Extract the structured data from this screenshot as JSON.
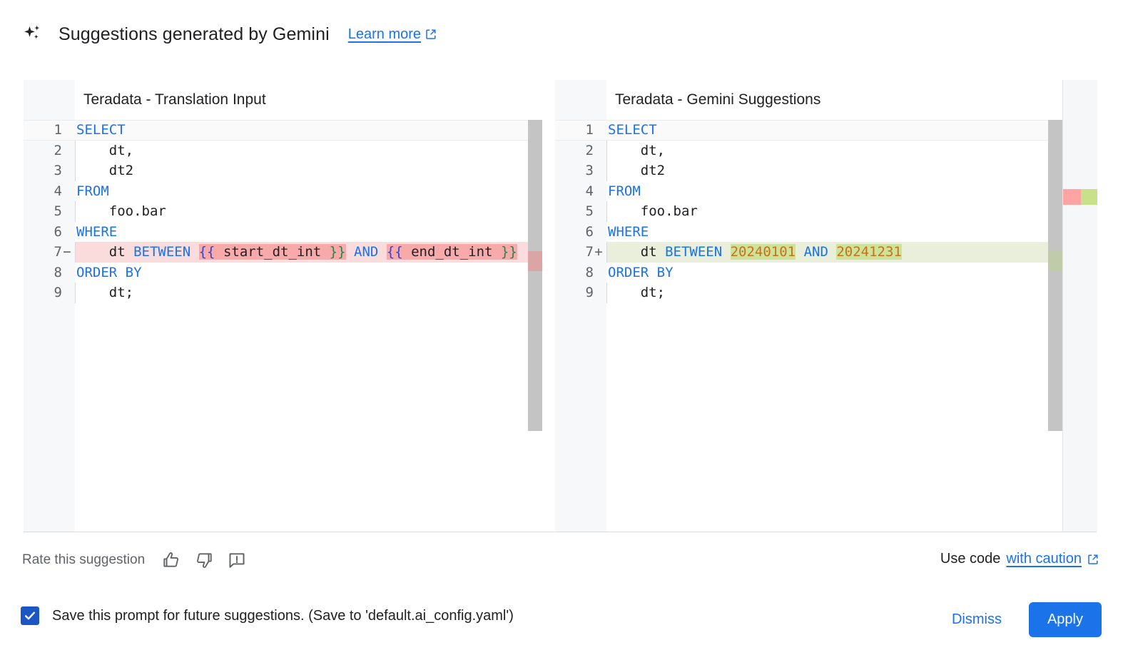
{
  "header": {
    "icon": "sparkle-icon",
    "title": "Suggestions generated by Gemini",
    "learn_more_label": "Learn more",
    "learn_more_icon": "external-link-icon"
  },
  "diff": {
    "left_pane": {
      "title": "Teradata - Translation Input",
      "lines": [
        {
          "n": "1",
          "mark": "",
          "indent": 0,
          "kind": "cursorline",
          "tokens": [
            {
              "t": "SELECT",
              "c": "kw"
            }
          ]
        },
        {
          "n": "2",
          "mark": "",
          "indent": 1,
          "kind": "",
          "tokens": [
            {
              "t": "    dt,",
              "c": "plain"
            }
          ]
        },
        {
          "n": "3",
          "mark": "",
          "indent": 1,
          "kind": "",
          "tokens": [
            {
              "t": "    dt2",
              "c": "plain"
            }
          ]
        },
        {
          "n": "4",
          "mark": "",
          "indent": 0,
          "kind": "",
          "tokens": [
            {
              "t": "FROM",
              "c": "kw"
            }
          ]
        },
        {
          "n": "5",
          "mark": "",
          "indent": 1,
          "kind": "",
          "tokens": [
            {
              "t": "    foo.bar",
              "c": "plain"
            }
          ]
        },
        {
          "n": "6",
          "mark": "",
          "indent": 0,
          "kind": "",
          "tokens": [
            {
              "t": "WHERE",
              "c": "kw"
            }
          ]
        },
        {
          "n": "7",
          "mark": "−",
          "indent": 1,
          "kind": "del-row",
          "tokens": [
            {
              "t": "    dt ",
              "c": "plain"
            },
            {
              "t": "BETWEEN",
              "c": "kw"
            },
            {
              "t": " ",
              "c": "plain"
            },
            {
              "t": "{{",
              "c": "br1",
              "hl": "del-strong"
            },
            {
              "t": " start_dt_int ",
              "c": "plain",
              "hl": "del-strong"
            },
            {
              "t": "}}",
              "c": "br2",
              "hl": "del-strong"
            },
            {
              "t": " ",
              "c": "plain"
            },
            {
              "t": "AND",
              "c": "kw"
            },
            {
              "t": " ",
              "c": "plain"
            },
            {
              "t": "{{",
              "c": "br1",
              "hl": "del-strong"
            },
            {
              "t": " end_dt_int ",
              "c": "plain",
              "hl": "del-strong"
            },
            {
              "t": "}}",
              "c": "br2",
              "hl": "del-strong"
            }
          ]
        },
        {
          "n": "8",
          "mark": "",
          "indent": 0,
          "kind": "",
          "tokens": [
            {
              "t": "ORDER BY",
              "c": "kw"
            }
          ]
        },
        {
          "n": "9",
          "mark": "",
          "indent": 1,
          "kind": "",
          "tokens": [
            {
              "t": "    dt;",
              "c": "plain"
            }
          ]
        }
      ]
    },
    "right_pane": {
      "title": "Teradata - Gemini Suggestions",
      "lines": [
        {
          "n": "1",
          "mark": "",
          "indent": 0,
          "kind": "cursorline",
          "tokens": [
            {
              "t": "SELECT",
              "c": "kw"
            }
          ]
        },
        {
          "n": "2",
          "mark": "",
          "indent": 1,
          "kind": "",
          "tokens": [
            {
              "t": "    dt,",
              "c": "plain"
            }
          ]
        },
        {
          "n": "3",
          "mark": "",
          "indent": 1,
          "kind": "",
          "tokens": [
            {
              "t": "    dt2",
              "c": "plain"
            }
          ]
        },
        {
          "n": "4",
          "mark": "",
          "indent": 0,
          "kind": "",
          "tokens": [
            {
              "t": "FROM",
              "c": "kw"
            }
          ]
        },
        {
          "n": "5",
          "mark": "",
          "indent": 1,
          "kind": "",
          "tokens": [
            {
              "t": "    foo.bar",
              "c": "plain"
            }
          ]
        },
        {
          "n": "6",
          "mark": "",
          "indent": 0,
          "kind": "",
          "tokens": [
            {
              "t": "WHERE",
              "c": "kw"
            }
          ]
        },
        {
          "n": "7",
          "mark": "+",
          "indent": 1,
          "kind": "add-row",
          "tokens": [
            {
              "t": "    dt ",
              "c": "plain"
            },
            {
              "t": "BETWEEN",
              "c": "kw"
            },
            {
              "t": " ",
              "c": "plain"
            },
            {
              "t": "20240101",
              "c": "num2",
              "hl": "add-strong"
            },
            {
              "t": " ",
              "c": "plain"
            },
            {
              "t": "AND",
              "c": "kw"
            },
            {
              "t": " ",
              "c": "plain"
            },
            {
              "t": "20241231",
              "c": "num2",
              "hl": "add-strong"
            }
          ]
        },
        {
          "n": "8",
          "mark": "",
          "indent": 0,
          "kind": "",
          "tokens": [
            {
              "t": "ORDER BY",
              "c": "kw"
            }
          ]
        },
        {
          "n": "9",
          "mark": "",
          "indent": 1,
          "kind": "",
          "tokens": [
            {
              "t": "    dt;",
              "c": "plain"
            }
          ]
        }
      ]
    },
    "overview_ruler": {
      "removed_color": "#ffa3a3",
      "added_color": "#c9e08b"
    }
  },
  "rate_bar": {
    "label": "Rate this suggestion",
    "thumb_up_icon": "thumb-up-icon",
    "thumb_down_icon": "thumb-down-icon",
    "report_icon": "report-feedback-icon",
    "use_code_prefix": "Use code",
    "caution_label": "with caution",
    "caution_icon": "external-link-icon"
  },
  "footer": {
    "checkbox_checked": true,
    "checkbox_label": "Save this prompt for future suggestions. (Save to 'default.ai_config.yaml')",
    "dismiss_label": "Dismiss",
    "apply_label": "Apply"
  },
  "colors": {
    "accent_blue": "#1a73e8",
    "checkbox_blue": "#1a56c4",
    "diff_removed_bg": "#fbdcdc",
    "diff_removed_strong": "#f8a9a9",
    "diff_added_bg": "#eaefdc",
    "diff_added_strong": "#cee29a"
  }
}
